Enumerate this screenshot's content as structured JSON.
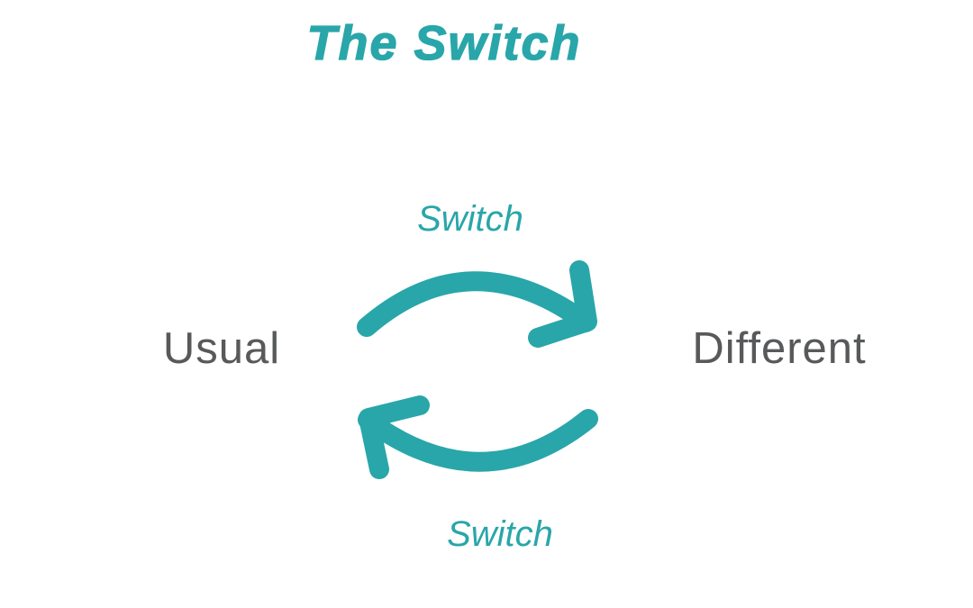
{
  "slide": {
    "background_color": "#ffffff",
    "title": {
      "text": "The Switch",
      "color": "#29a6a9"
    },
    "cycle": {
      "left_node": "Usual",
      "right_node": "Different",
      "node_text_color": "#58595b",
      "arrow_color": "#29a6a9",
      "top_arrow": {
        "label": "Switch",
        "from": "Usual",
        "to": "Different",
        "direction": "left-to-right"
      },
      "bottom_arrow": {
        "label": "Switch",
        "from": "Different",
        "to": "Usual",
        "direction": "right-to-left"
      }
    }
  }
}
